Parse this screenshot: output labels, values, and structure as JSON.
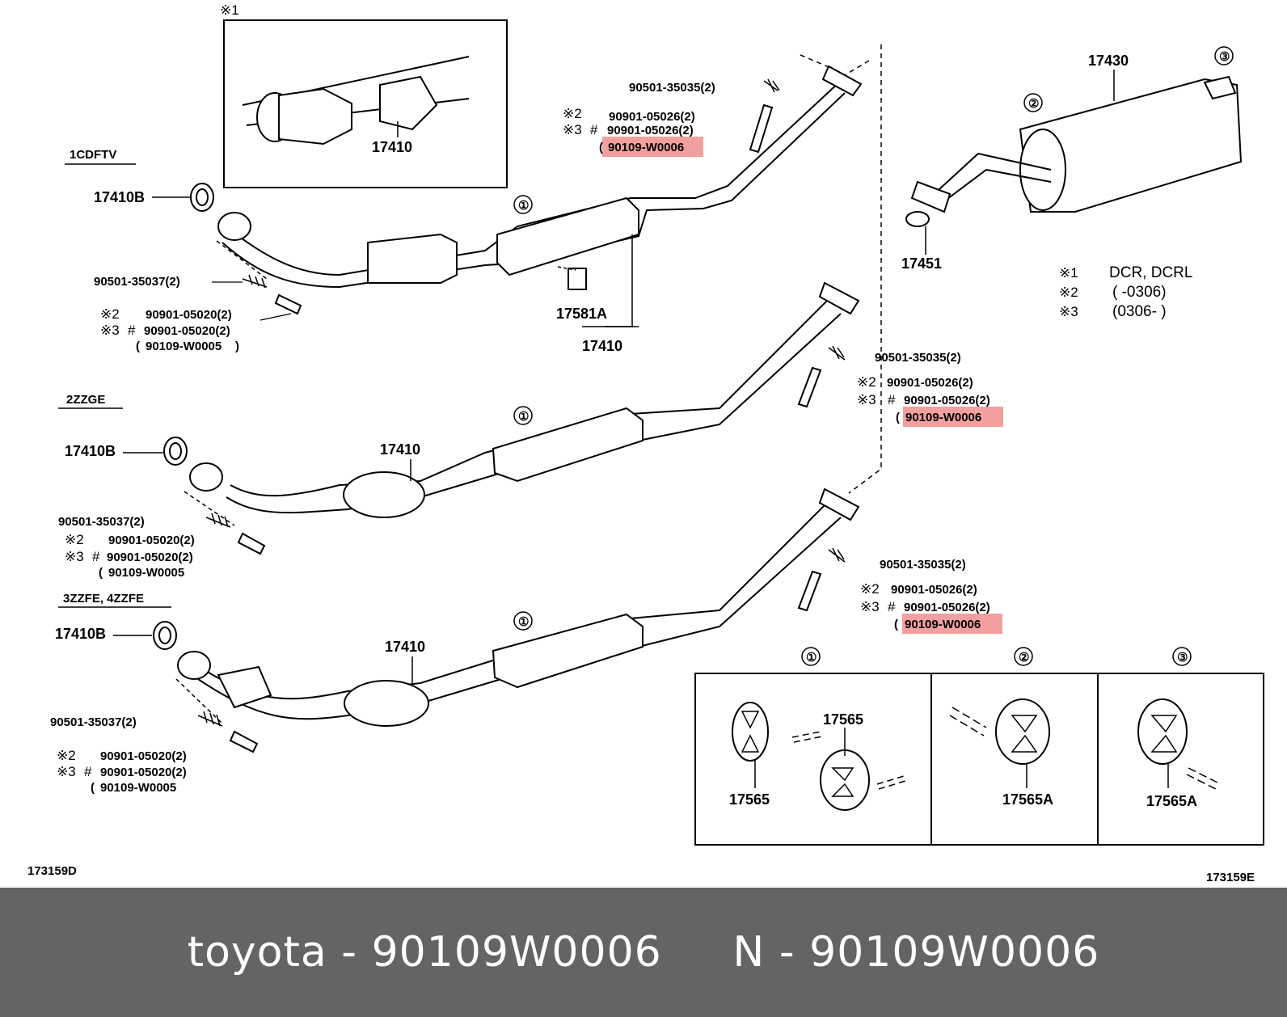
{
  "inset": {
    "mark": "※1",
    "label": "17410"
  },
  "sections": [
    {
      "engine": "1CDFTV",
      "gasket": "17410B",
      "spring": "90501-35037(2)",
      "bolt_a": "90901-05020(2)",
      "bolt_b": "90901-05020(2)",
      "bolt_c": "90109-W0005",
      "pipe": "17410",
      "pipe_sub": "17581A",
      "rear_spring": "90501-35035(2)",
      "rear_bolt_a": "90901-05026(2)",
      "rear_bolt_b": "90901-05026(2)",
      "rear_bolt_c": "90109-W0006"
    },
    {
      "engine": "2ZZGE",
      "gasket": "17410B",
      "spring": "90501-35037(2)",
      "bolt_a": "90901-05020(2)",
      "bolt_b": "90901-05020(2)",
      "bolt_c": "90109-W0005",
      "pipe": "17410",
      "rear_spring": "90501-35035(2)",
      "rear_bolt_a": "90901-05026(2)",
      "rear_bolt_b": "90901-05026(2)",
      "rear_bolt_c": "90109-W0006"
    },
    {
      "engine": "3ZZFE, 4ZZFE",
      "gasket": "17410B",
      "spring": "90501-35037(2)",
      "bolt_a": "90901-05020(2)",
      "bolt_b": "90901-05020(2)",
      "bolt_c": "90109-W0005",
      "pipe": "17410",
      "rear_spring": "90501-35035(2)",
      "rear_bolt_a": "90901-05026(2)",
      "rear_bolt_b": "90901-05026(2)",
      "rear_bolt_c": "90109-W0006"
    }
  ],
  "marks": {
    "m1": "①",
    "m2": "②",
    "m3": "③",
    "note2": "※2",
    "note3": "※3",
    "hash": "#",
    "paren_open": "(",
    "paren_close": ")"
  },
  "muffler": {
    "label": "17430",
    "gasket": "17451"
  },
  "legend": [
    {
      "mark": "※1",
      "text": "DCR, DCRL"
    },
    {
      "mark": "※2",
      "text": "(        -0306)"
    },
    {
      "mark": "※3",
      "text": "(0306-        )"
    }
  ],
  "hangers": {
    "box1": {
      "a": "17565",
      "b": "17565"
    },
    "box2": {
      "a": "17565A"
    },
    "box3": {
      "a": "17565A"
    }
  },
  "codes": {
    "left": "173159D",
    "right": "173159E"
  },
  "highlight_color": "#f2a09f",
  "footer": {
    "text": "toyota - 90109W0006     N - 90109W0006"
  }
}
